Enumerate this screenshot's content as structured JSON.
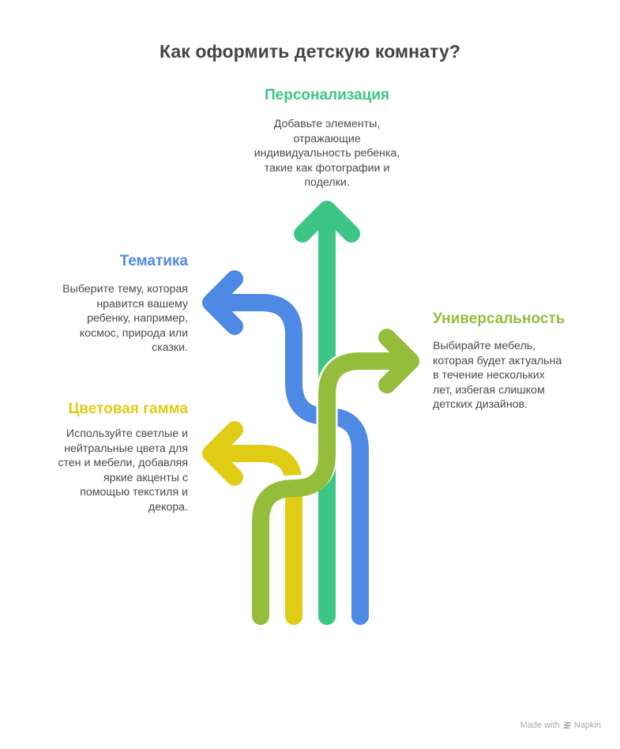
{
  "title": "Как оформить детскую комнату?",
  "colors": {
    "personalization": "#3DC586",
    "theme": "#4F89E6",
    "universality": "#93BD3A",
    "color_scheme": "#E0CC14",
    "text": "#4a4a4a",
    "title": "#444444",
    "footer": "#aaaaaa"
  },
  "items": {
    "personalization": {
      "heading": "Персонализация",
      "lines": [
        "Добавьте элементы,",
        "отражающие",
        "индивидуальность ребенка,",
        "такие как фотографии и",
        "поделки."
      ],
      "arrow_direction": "up"
    },
    "theme": {
      "heading": "Тематика",
      "lines": [
        "Выберите тему, которая",
        "нравится вашему",
        "ребенку, например,",
        "космос, природа или",
        "сказки."
      ],
      "arrow_direction": "left"
    },
    "universality": {
      "heading": "Универсальность",
      "lines": [
        "Выбирайте мебель,",
        "которая будет актуальна",
        "в течение нескольких",
        "лет, избегая слишком",
        "детских дизайнов."
      ],
      "arrow_direction": "right"
    },
    "color_scheme": {
      "heading": "Цветовая гамма",
      "lines": [
        "Используйте светлые и",
        "нейтральные цвета для",
        "стен и мебели, добавляя",
        "яркие акценты с",
        "помощью текстиля и",
        "декора."
      ],
      "arrow_direction": "left"
    }
  },
  "footer": {
    "made_with": "Made with",
    "brand": "Napkin",
    "icon": "napkin-logo-icon"
  }
}
